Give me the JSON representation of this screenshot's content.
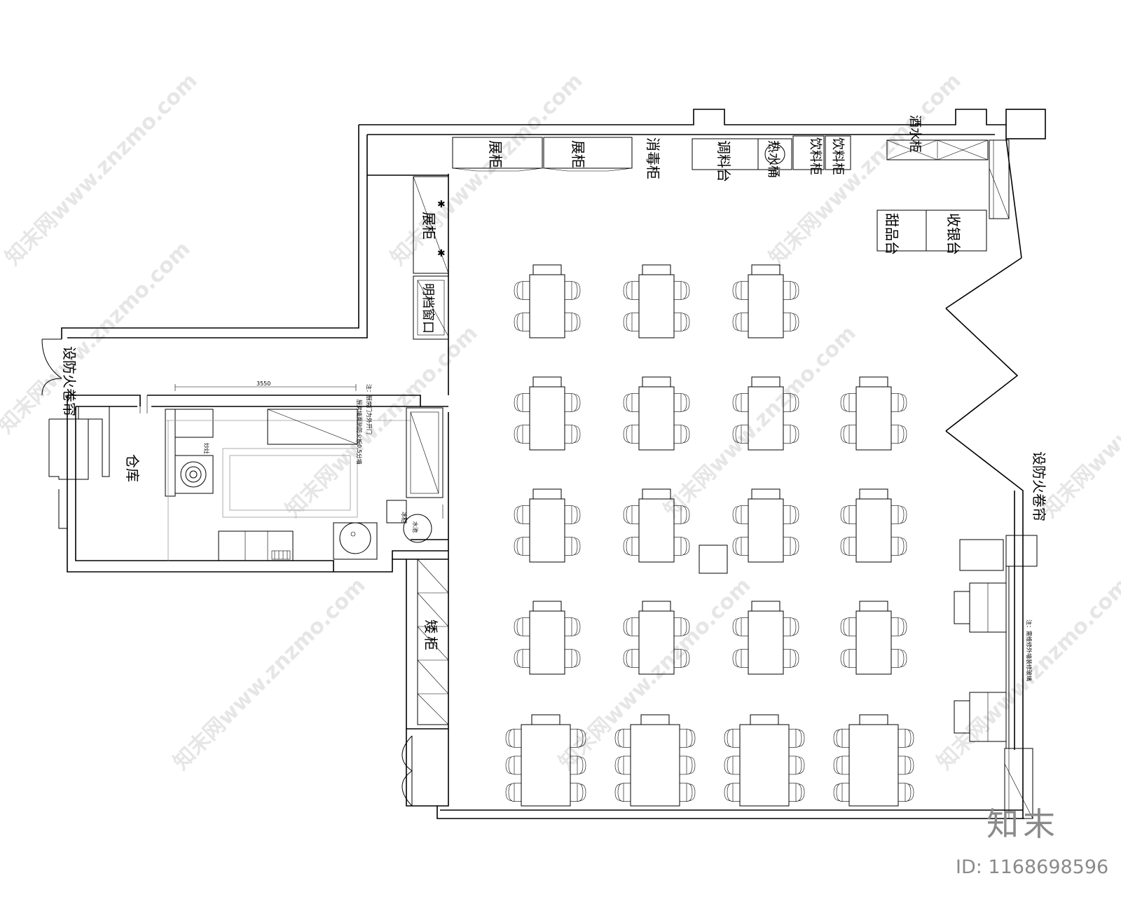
{
  "labels": {
    "display_cabinet_1": "展柜",
    "display_cabinet_2": "展柜",
    "display_cabinet_left": "展柜",
    "disinfection_cabinet": "消毒柜",
    "seasoning_table": "调料台",
    "hot_water_bucket": "热水桶",
    "drink_cabinet_1": "饮料柜",
    "drink_cabinet_2": "饮料柜",
    "wine_cabinet": "酒水柜",
    "dessert_counter": "甜品台",
    "cashier_counter": "收银台",
    "pass_window": "明档窗口",
    "fire_shutter_left": "设防火卷帘",
    "fire_shutter_right": "设防火卷帘",
    "warehouse": "仓库",
    "storage_cabinet": "柜",
    "storage_cabinet_prefix": "矮",
    "dimension_top": "3550",
    "note_kitchen_1": "注：厨房门为外开门",
    "note_kitchen_2": "厨房墙面贴防火板0.5分墙",
    "note_right": "注：需维修外墙装修玻璃",
    "stove_label": "炒灶",
    "sink_label": "水池",
    "fridge_label": "冰柜"
  },
  "brand": {
    "logo_text": "知末",
    "image_id": "ID: 1168698596"
  },
  "watermark": {
    "text": "知末网www.znzmo.com"
  }
}
